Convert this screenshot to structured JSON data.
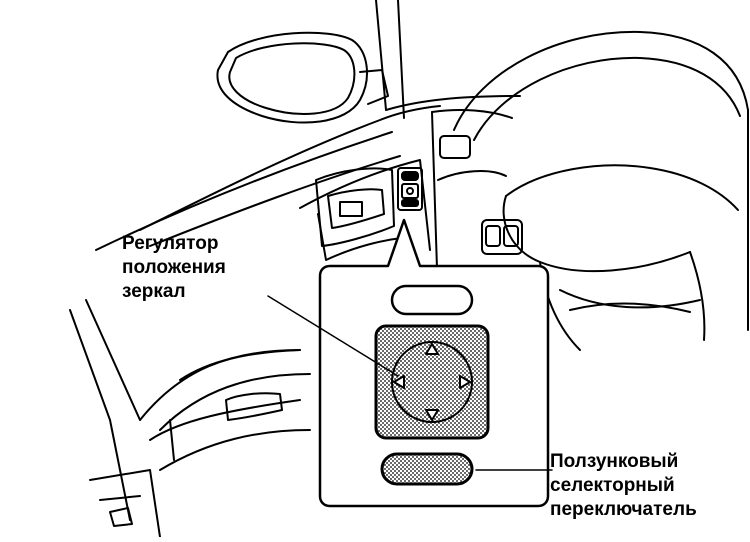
{
  "labels": {
    "mirror_adjuster": [
      "Регулятор",
      "положения",
      "зеркал"
    ],
    "slide_selector": [
      "Ползунковый",
      "селекторный",
      "переключатель"
    ]
  },
  "colors": {
    "ink": "#000000",
    "paper": "#ffffff",
    "stipple": "#8c8c8c"
  },
  "icons": [
    "side-mirror-icon",
    "steering-wheel-icon",
    "door-handle-icon",
    "mirror-switch-icon",
    "arrow-up-icon",
    "arrow-down-icon",
    "arrow-left-icon",
    "arrow-right-icon"
  ]
}
